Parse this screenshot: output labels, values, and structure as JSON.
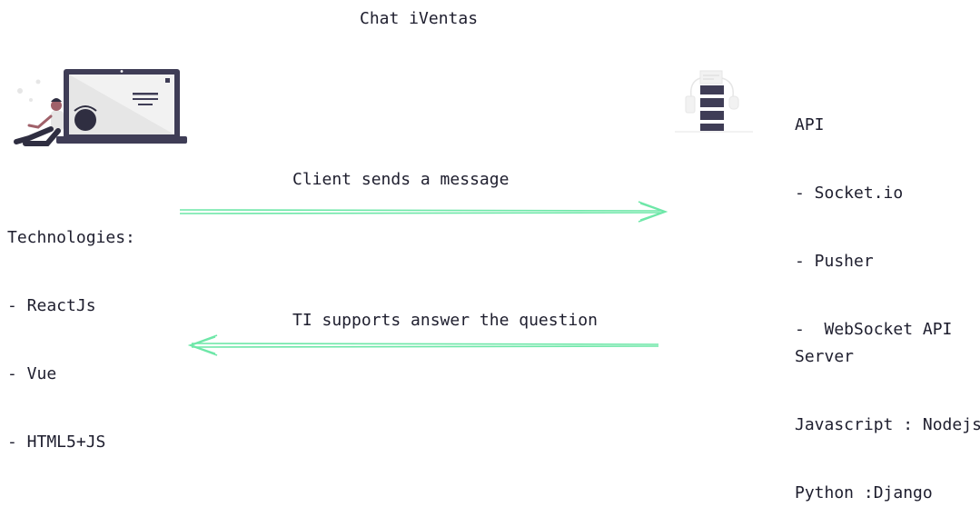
{
  "title": "Chat iVentas",
  "client": {
    "heading": "Technologies:",
    "items": [
      "- ReactJs",
      "- Vue",
      "- HTML5+JS"
    ]
  },
  "api": {
    "heading": "API",
    "items": [
      "- Socket.io",
      "- Pusher",
      "-  WebSocket API"
    ]
  },
  "server": {
    "heading": "Server",
    "items": [
      "Javascript : Nodejs",
      "Python :Django"
    ]
  },
  "arrows": {
    "request_label": "Client sends a message",
    "response_label": "TI supports answer the question"
  },
  "colors": {
    "arrow": "#6ee7a8",
    "ink": "#2f2e41",
    "accent": "#3f3d56"
  },
  "icons": {
    "client": "person-with-laptop-illustration",
    "server": "server-rack-illustration"
  }
}
